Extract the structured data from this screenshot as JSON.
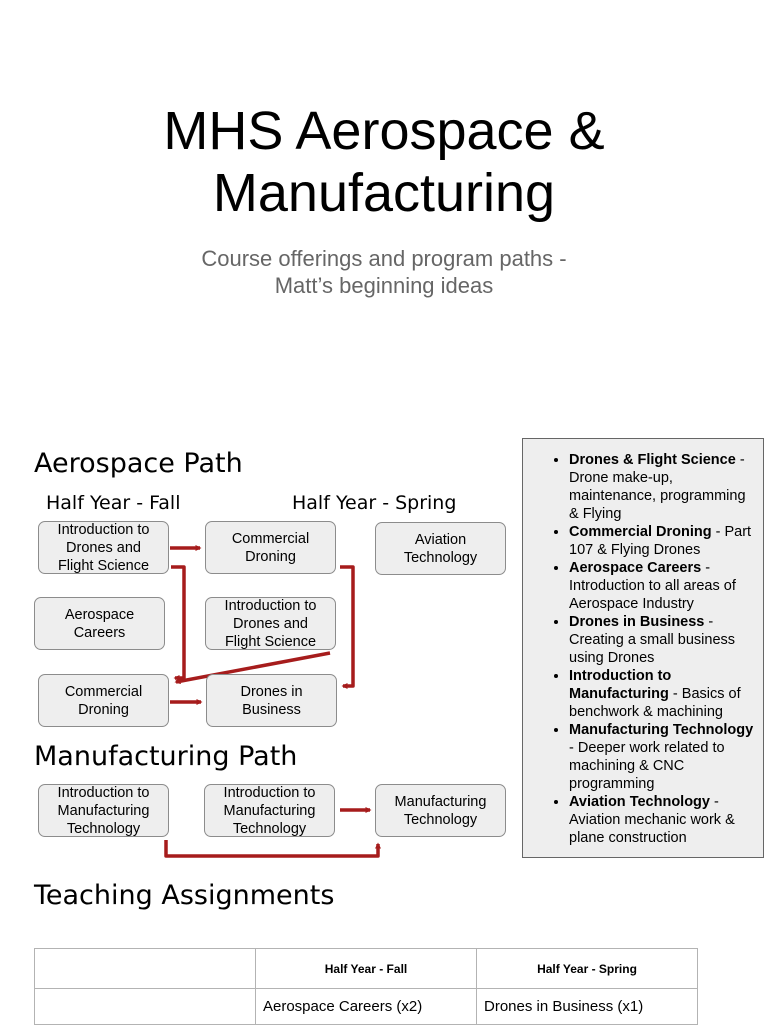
{
  "title": {
    "line1": "MHS Aerospace &",
    "line2": "Manufacturing"
  },
  "subtitle": {
    "line1": "Course offerings and program paths -",
    "line2": "Matt’s beginning ideas"
  },
  "aerospace": {
    "heading": "Aerospace Path",
    "fall_label": "Half Year - Fall",
    "spring_label": "Half Year - Spring",
    "nodes": [
      "Introduction to\nDrones and\nFlight Science",
      "Commercial\nDroning",
      "Aviation\nTechnology",
      "Aerospace\nCareers",
      "Introduction to\nDrones and\nFlight Science",
      "Commercial\nDroning",
      "Drones in\nBusiness"
    ]
  },
  "manufacturing": {
    "heading": "Manufacturing Path",
    "nodes": [
      "Introduction to\nManufacturing\nTechnology",
      "Introduction to\nManufacturing\nTechnology",
      "Manufacturing\nTechnology"
    ]
  },
  "colors": {
    "arrow": "#a61c1c",
    "node_fill": "#eeeeee",
    "node_border": "#8c8c8c",
    "subtitle": "#666666"
  },
  "legend": [
    {
      "term": "Drones & Flight Science",
      "desc": " - Drone make-up, maintenance, programming & Flying"
    },
    {
      "term": "Commercial Droning",
      "desc": " - Part 107 & Flying Drones"
    },
    {
      "term": "Aerospace Careers",
      "desc": " - Introduction to all areas of Aerospace Industry"
    },
    {
      "term": "Drones in Business",
      "desc": " - Creating a small business using Drones"
    },
    {
      "term": "Introduction to Manufacturing",
      "desc": " - Basics of benchwork & machining"
    },
    {
      "term": "Manufacturing Technology",
      "desc": " - Deeper work related to machining & CNC programming"
    },
    {
      "term": "Aviation Technology",
      "desc": " - Aviation mechanic work & plane construction"
    }
  ],
  "teaching": {
    "heading": "Teaching Assignments",
    "columns": [
      "",
      "Half Year - Fall",
      "Half Year - Spring"
    ],
    "rows": [
      [
        "",
        "Aerospace Careers (x2)",
        "Drones in Business (x1)"
      ]
    ]
  }
}
